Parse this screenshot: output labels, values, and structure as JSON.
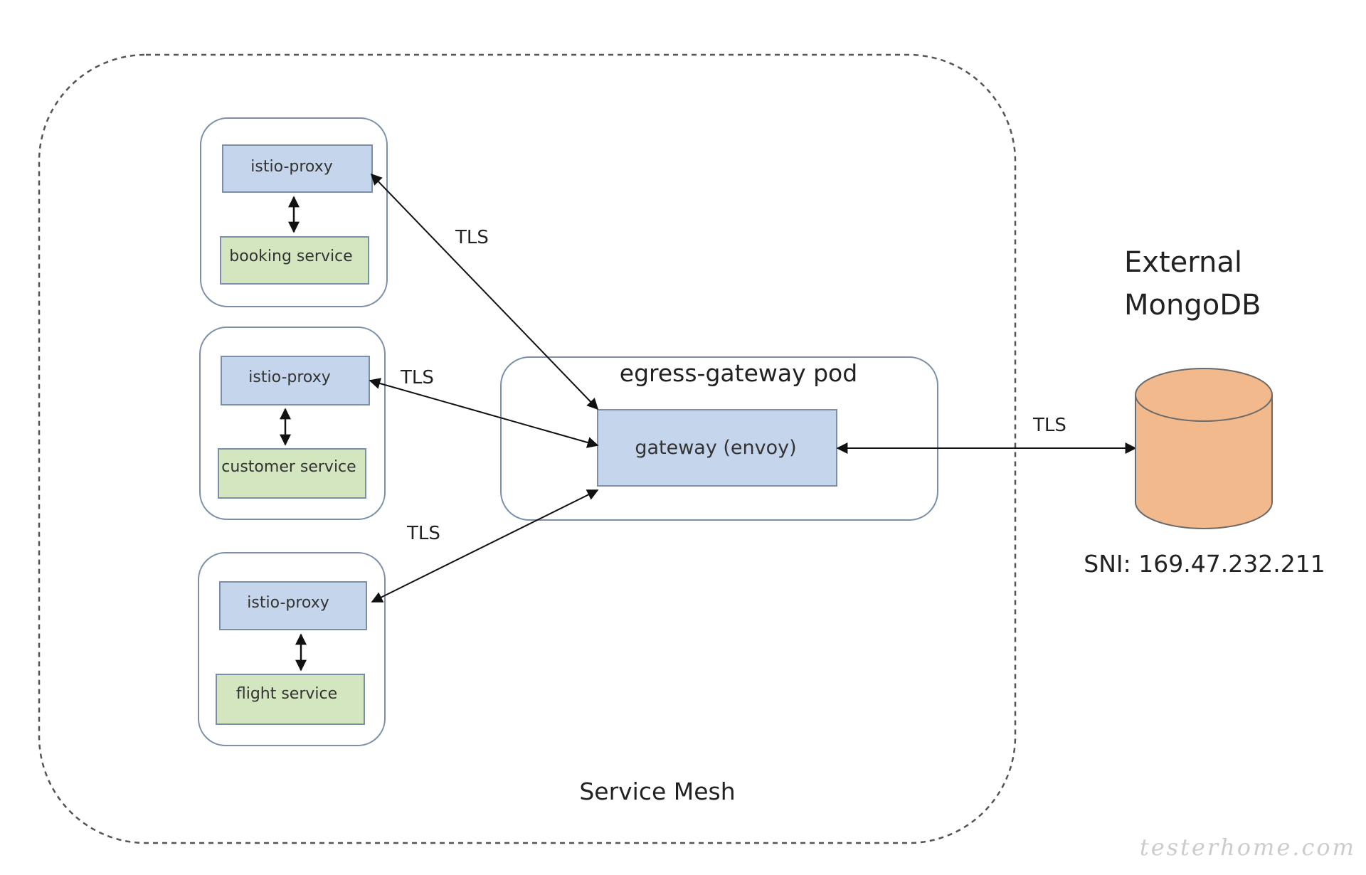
{
  "mesh": {
    "label": "Service Mesh"
  },
  "pods": [
    {
      "proxy": "istio-proxy",
      "service": "booking service"
    },
    {
      "proxy": "istio-proxy",
      "service": "customer service"
    },
    {
      "proxy": "istio-proxy",
      "service": "flight service"
    }
  ],
  "egress": {
    "pod_label": "egress-gateway pod",
    "gateway_label": "gateway (envoy)"
  },
  "links": {
    "booking": "TLS",
    "customer": "TLS",
    "flight": "TLS",
    "external": "TLS"
  },
  "external": {
    "title_line1": "External",
    "title_line2": "MongoDB",
    "sni": "SNI: 169.47.232.211"
  },
  "watermark": "testerhome.com",
  "colors": {
    "proxy_fill": "#c5d6ec",
    "service_fill": "#d4e6bf",
    "box_stroke": "#7b8fab",
    "database_fill": "#f1b98c",
    "database_stroke": "#6b6b6b"
  }
}
